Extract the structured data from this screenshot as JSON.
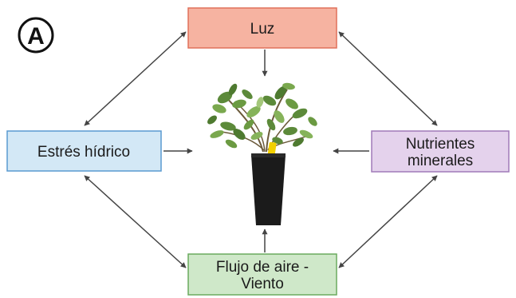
{
  "panel": {
    "letter": "A"
  },
  "factors": {
    "light": {
      "label_lines": [
        "Luz"
      ],
      "fill": "#f6b3a1",
      "stroke": "#e0705a"
    },
    "nutrients": {
      "label_lines": [
        "Nutrientes",
        "minerales"
      ],
      "fill": "#e4d2ec",
      "stroke": "#a07ab8"
    },
    "airflow": {
      "label_lines": [
        "Flujo de aire -",
        "Viento"
      ],
      "fill": "#cfe8c9",
      "stroke": "#6aaa5e"
    },
    "water_stress": {
      "label_lines": [
        "Estrés hídrico"
      ],
      "fill": "#d3e8f6",
      "stroke": "#5a9ad0"
    }
  },
  "plant": {
    "icon": "potted-plant-icon",
    "leaf_color": "#5c8a3a",
    "pot_color": "#1b1b1b",
    "tag_color": "#f2d000"
  },
  "arrow_color": "#444444"
}
